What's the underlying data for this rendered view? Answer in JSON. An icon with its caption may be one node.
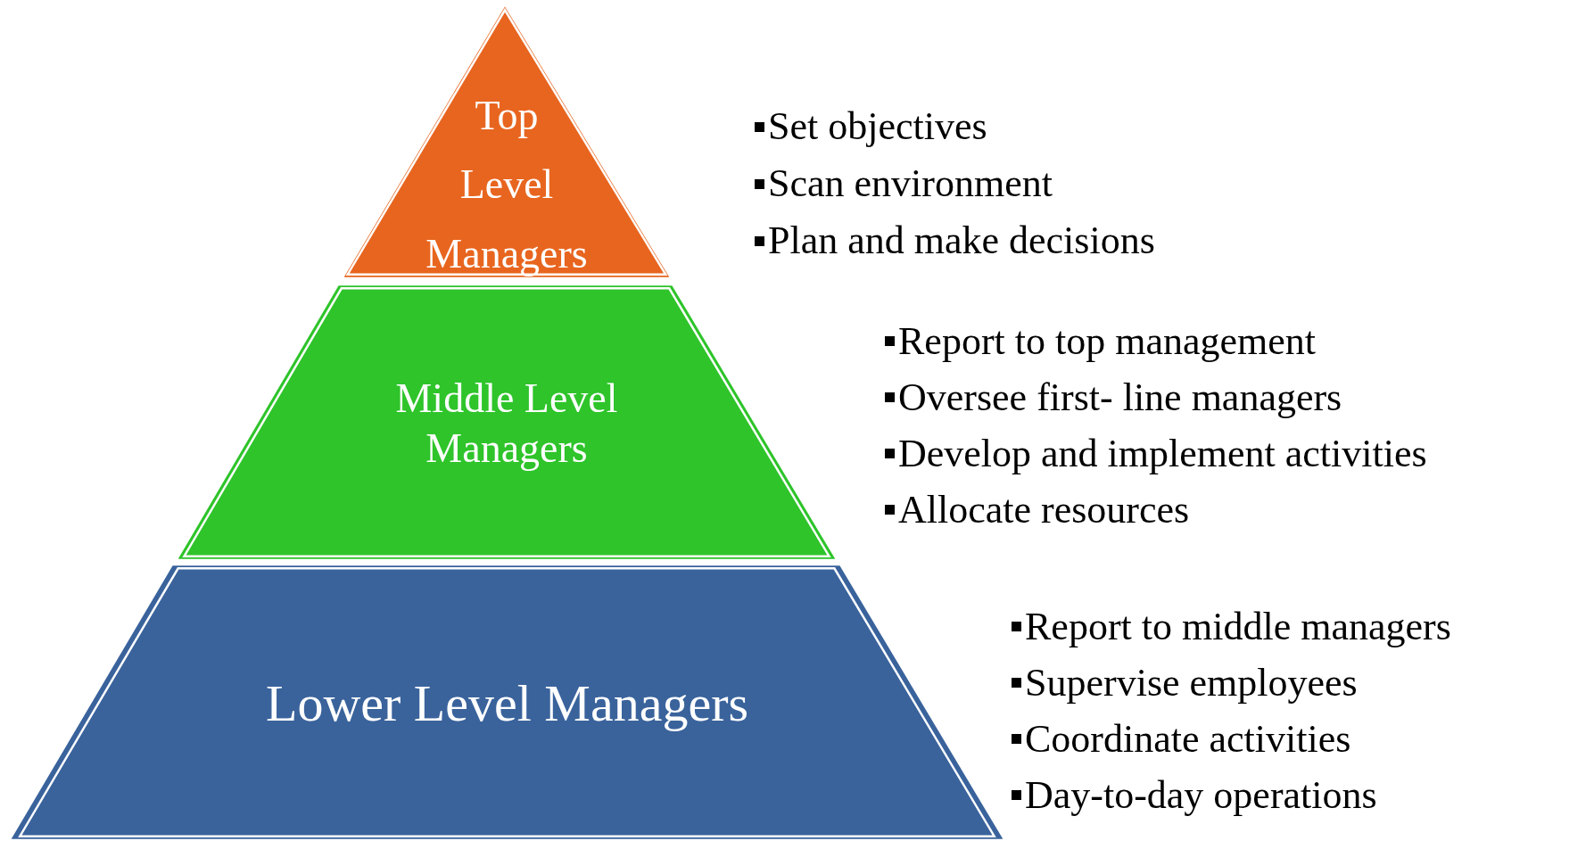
{
  "diagram": {
    "nodes": [
      {
        "text": [
          "Top Level Managers"
        ],
        "beside": [
          "Set objectives",
          "Scan environment",
          "Plan and make decisions"
        ]
      },
      {
        "text": [
          "Middle Level Managers"
        ],
        "beside": [
          "Report to top management",
          "Oversee first- line managers",
          "Develop and implement activities",
          "Allocate resources"
        ]
      },
      {
        "text": [
          "Lower Level Managers"
        ],
        "beside": [
          "Report to middle managers",
          "Supervise employees",
          "Coordinate activities",
          "Day-to-day operations"
        ]
      }
    ]
  }
}
